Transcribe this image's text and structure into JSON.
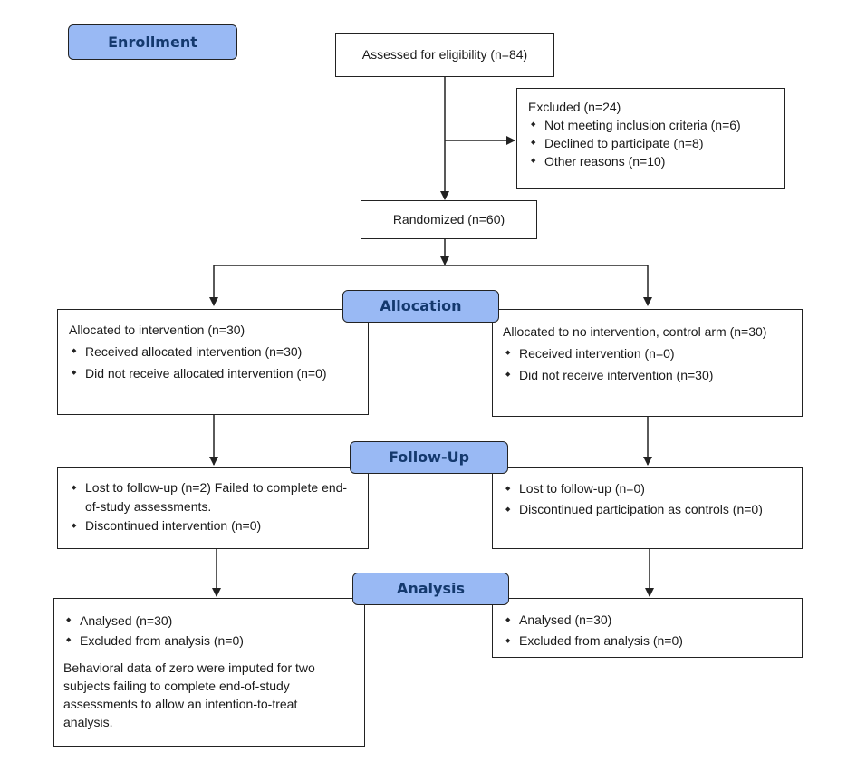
{
  "stages": {
    "enrollment": "Enrollment",
    "allocation": "Allocation",
    "follow_up": "Follow-Up",
    "analysis": "Analysis"
  },
  "assessed": "Assessed for eligibility (n=84)",
  "excluded": {
    "title": "Excluded (n=24)",
    "items": [
      "Not meeting inclusion criteria (n=6)",
      "Declined to participate (n=8)",
      "Other reasons (n=10)"
    ]
  },
  "randomized": "Randomized (n=60)",
  "allocation_left": {
    "title": "Allocated to intervention (n=30)",
    "items": [
      "Received allocated intervention (n=30)",
      "Did not receive allocated intervention (n=0)"
    ]
  },
  "allocation_right": {
    "title": "Allocated to no intervention, control arm (n=30)",
    "items": [
      "Received intervention (n=0)",
      "Did not receive intervention (n=30)"
    ]
  },
  "followup_left": {
    "items": [
      "Lost to follow-up (n=2) Failed to complete end-of-study assessments.",
      "Discontinued intervention (n=0)"
    ]
  },
  "followup_right": {
    "items": [
      "Lost to follow-up (n=0)",
      "Discontinued participation as controls (n=0)"
    ]
  },
  "analysis_left": {
    "items": [
      "Analysed (n=30)",
      "Excluded from analysis (n=0)"
    ],
    "note": "Behavioral data of zero were imputed for two subjects failing to complete end-of-study assessments to allow an intention-to-treat analysis."
  },
  "analysis_right": {
    "items": [
      "Analysed (n=30)",
      "Excluded from analysis (n=0)"
    ]
  },
  "colors": {
    "stage_fill": "#99b9f4",
    "stage_text": "#14396e",
    "line": "#222222"
  }
}
